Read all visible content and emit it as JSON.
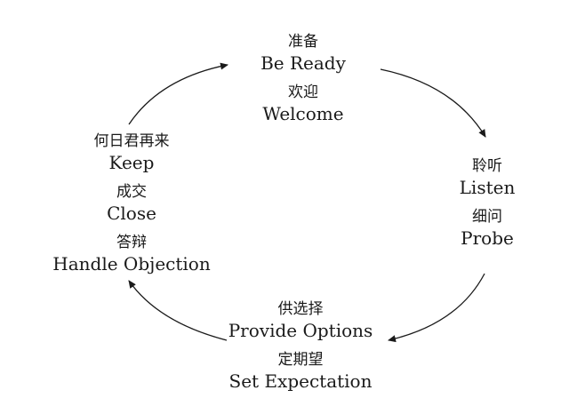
{
  "stages": {
    "top": [
      {
        "zh": "准备",
        "en": "Be Ready"
      },
      {
        "zh": "欢迎",
        "en": "Welcome"
      }
    ],
    "right": [
      {
        "zh": "聆听",
        "en": "Listen"
      },
      {
        "zh": "细问",
        "en": "Probe"
      }
    ],
    "bottom": [
      {
        "zh": "供选择",
        "en": "Provide Options"
      },
      {
        "zh": "定期望",
        "en": "Set Expectation"
      }
    ],
    "left": [
      {
        "zh": "何日君再来",
        "en": "Keep"
      },
      {
        "zh": "成交",
        "en": "Close"
      },
      {
        "zh": "答辩",
        "en": "Handle Objection"
      }
    ]
  },
  "colors": {
    "text": "#1a1a1a",
    "arrow": "#1a1a1a"
  }
}
